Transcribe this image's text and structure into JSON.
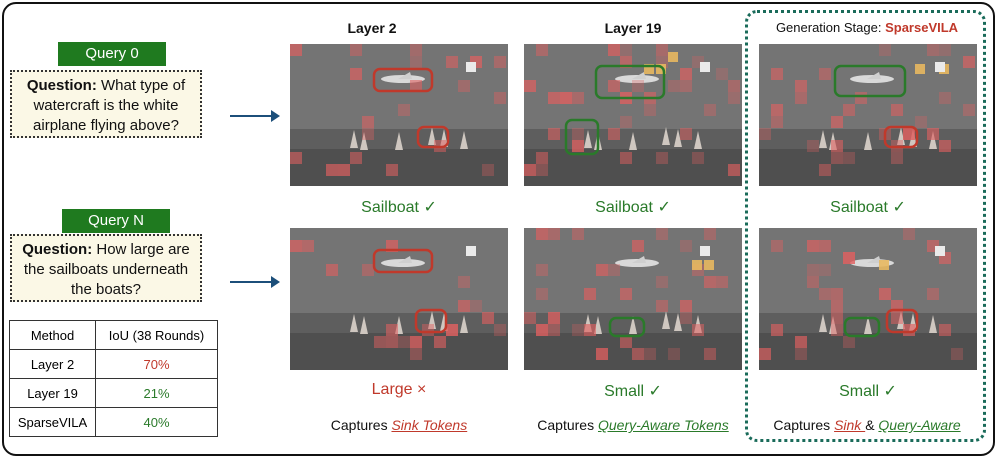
{
  "queries": [
    {
      "badge": "Query 0",
      "question_label": "Question:",
      "question_text": " What type of watercraft is the white airplane flying above?"
    },
    {
      "badge": "Query N",
      "question_label": "Question:",
      "question_text": " How large are the sailboats underneath the boats?"
    }
  ],
  "columns": [
    {
      "title": "Layer 2"
    },
    {
      "title": "Layer 19"
    },
    {
      "title_prefix": "Generation Stage: ",
      "title_highlight": "SparseVILA"
    }
  ],
  "results": {
    "row0": [
      {
        "text": "Sailboat",
        "mark": "✓"
      },
      {
        "text": "Sailboat",
        "mark": "✓"
      },
      {
        "text": "Sailboat",
        "mark": "✓"
      }
    ],
    "row1": [
      {
        "text": "Large",
        "mark": "×"
      },
      {
        "text": "Small",
        "mark": "✓"
      },
      {
        "text": "Small",
        "mark": "✓"
      }
    ]
  },
  "captions": [
    {
      "prefix": "Captures ",
      "link": "Sink Tokens"
    },
    {
      "prefix": "Captures ",
      "link": "Query-Aware Tokens"
    },
    {
      "prefix": "Captures ",
      "link1": "Sink ",
      "mid": "& ",
      "link2": "Query-Aware"
    }
  ],
  "table": {
    "headers": [
      "Method",
      "IoU (38 Rounds)"
    ],
    "rows": [
      {
        "method": "Layer 2",
        "iou": "70%"
      },
      {
        "method": "Layer 19",
        "iou": "21%"
      },
      {
        "method": "SparseVILA",
        "iou": "40%"
      }
    ]
  },
  "colors": {
    "green": "#2a7a2a",
    "red": "#c0392b",
    "badge_green": "#1f7a1f",
    "arrow_blue": "#1c4f7a",
    "dotted_teal": "#1a6b5a"
  }
}
